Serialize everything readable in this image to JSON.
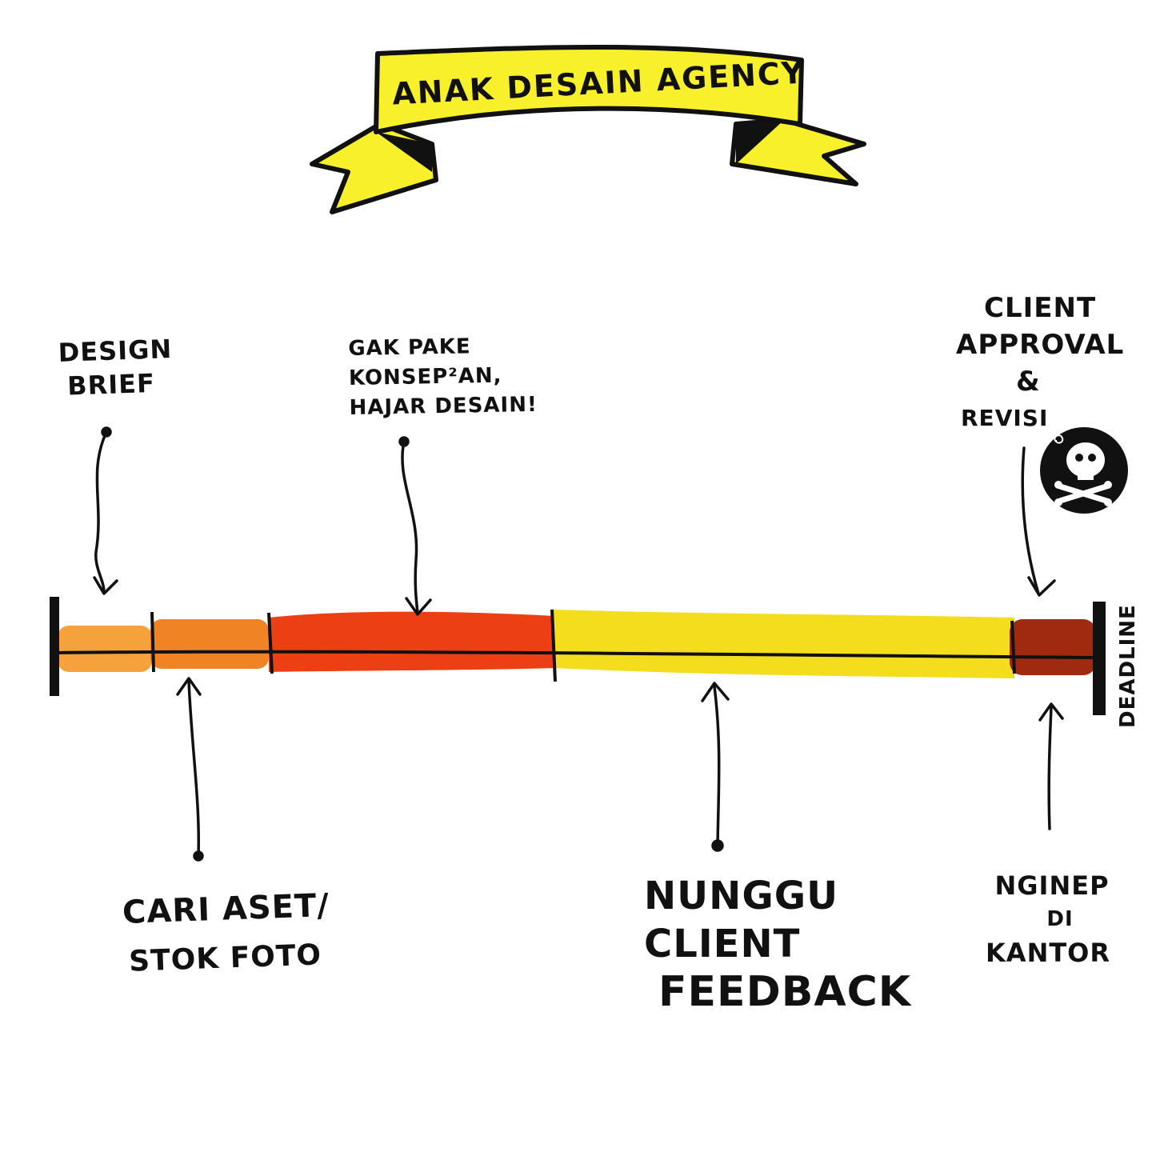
{
  "title": "ANAK DESAIN AGENCY",
  "colors": {
    "banner": "#f7f02a",
    "stroke": "#111111",
    "segment_brief": "#f6a23c",
    "segment_assets": "#f08424",
    "segment_design": "#ec3f13",
    "segment_wait": "#f4dd1c",
    "segment_overnight": "#a02a0f"
  },
  "labels": {
    "design_brief": [
      "DESIGN",
      "BRIEF"
    ],
    "gak_pake": [
      "GAK PAKE",
      "KONSEP²AN,",
      "HAJAR DESAIN!"
    ],
    "client_approval": [
      "CLIENT",
      "APPROVAL",
      "&",
      "REVISI"
    ],
    "cari_aset": [
      "CARI ASET/",
      "STOK FOTO"
    ],
    "nunggu": [
      "NUNGGU",
      "CLIENT",
      "FEEDBACK"
    ],
    "nginep": [
      "NGINEP",
      "DI",
      "KANTOR"
    ],
    "deadline": "DEADLINE"
  },
  "segments": [
    {
      "name": "design-brief",
      "color_key": "segment_brief"
    },
    {
      "name": "cari-aset",
      "color_key": "segment_assets"
    },
    {
      "name": "hajar-desain",
      "color_key": "segment_design"
    },
    {
      "name": "nunggu-feedback",
      "color_key": "segment_wait"
    },
    {
      "name": "nginep-di-kantor",
      "color_key": "segment_overnight"
    }
  ],
  "icons": [
    "skull-icon",
    "arrow-icon"
  ]
}
